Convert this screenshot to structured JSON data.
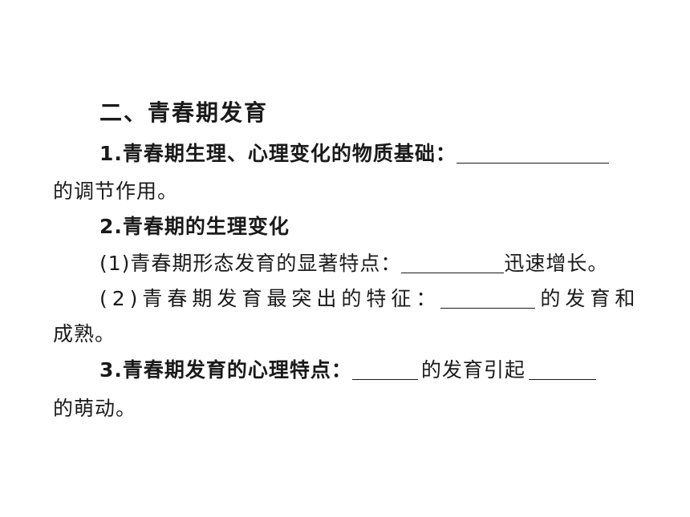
{
  "section_title": "二、青春期发育",
  "item1": {
    "label": "1.青春期生理、心理变化的物质基础：",
    "suffix": "的调节作用。"
  },
  "item2": {
    "label": "2.青春期的生理变化",
    "sub1": {
      "prefix": "(1)青春期形态发育的显著特点：",
      "suffix": "迅速增长。"
    },
    "sub2": {
      "prefix": "(2)青春期发育最突出的特征：",
      "suffix": "的发育和",
      "continuation": "成熟。"
    }
  },
  "item3": {
    "label": "3.青春期发育的心理特点：",
    "middle": "的发育引起",
    "continuation": "的萌动。"
  }
}
